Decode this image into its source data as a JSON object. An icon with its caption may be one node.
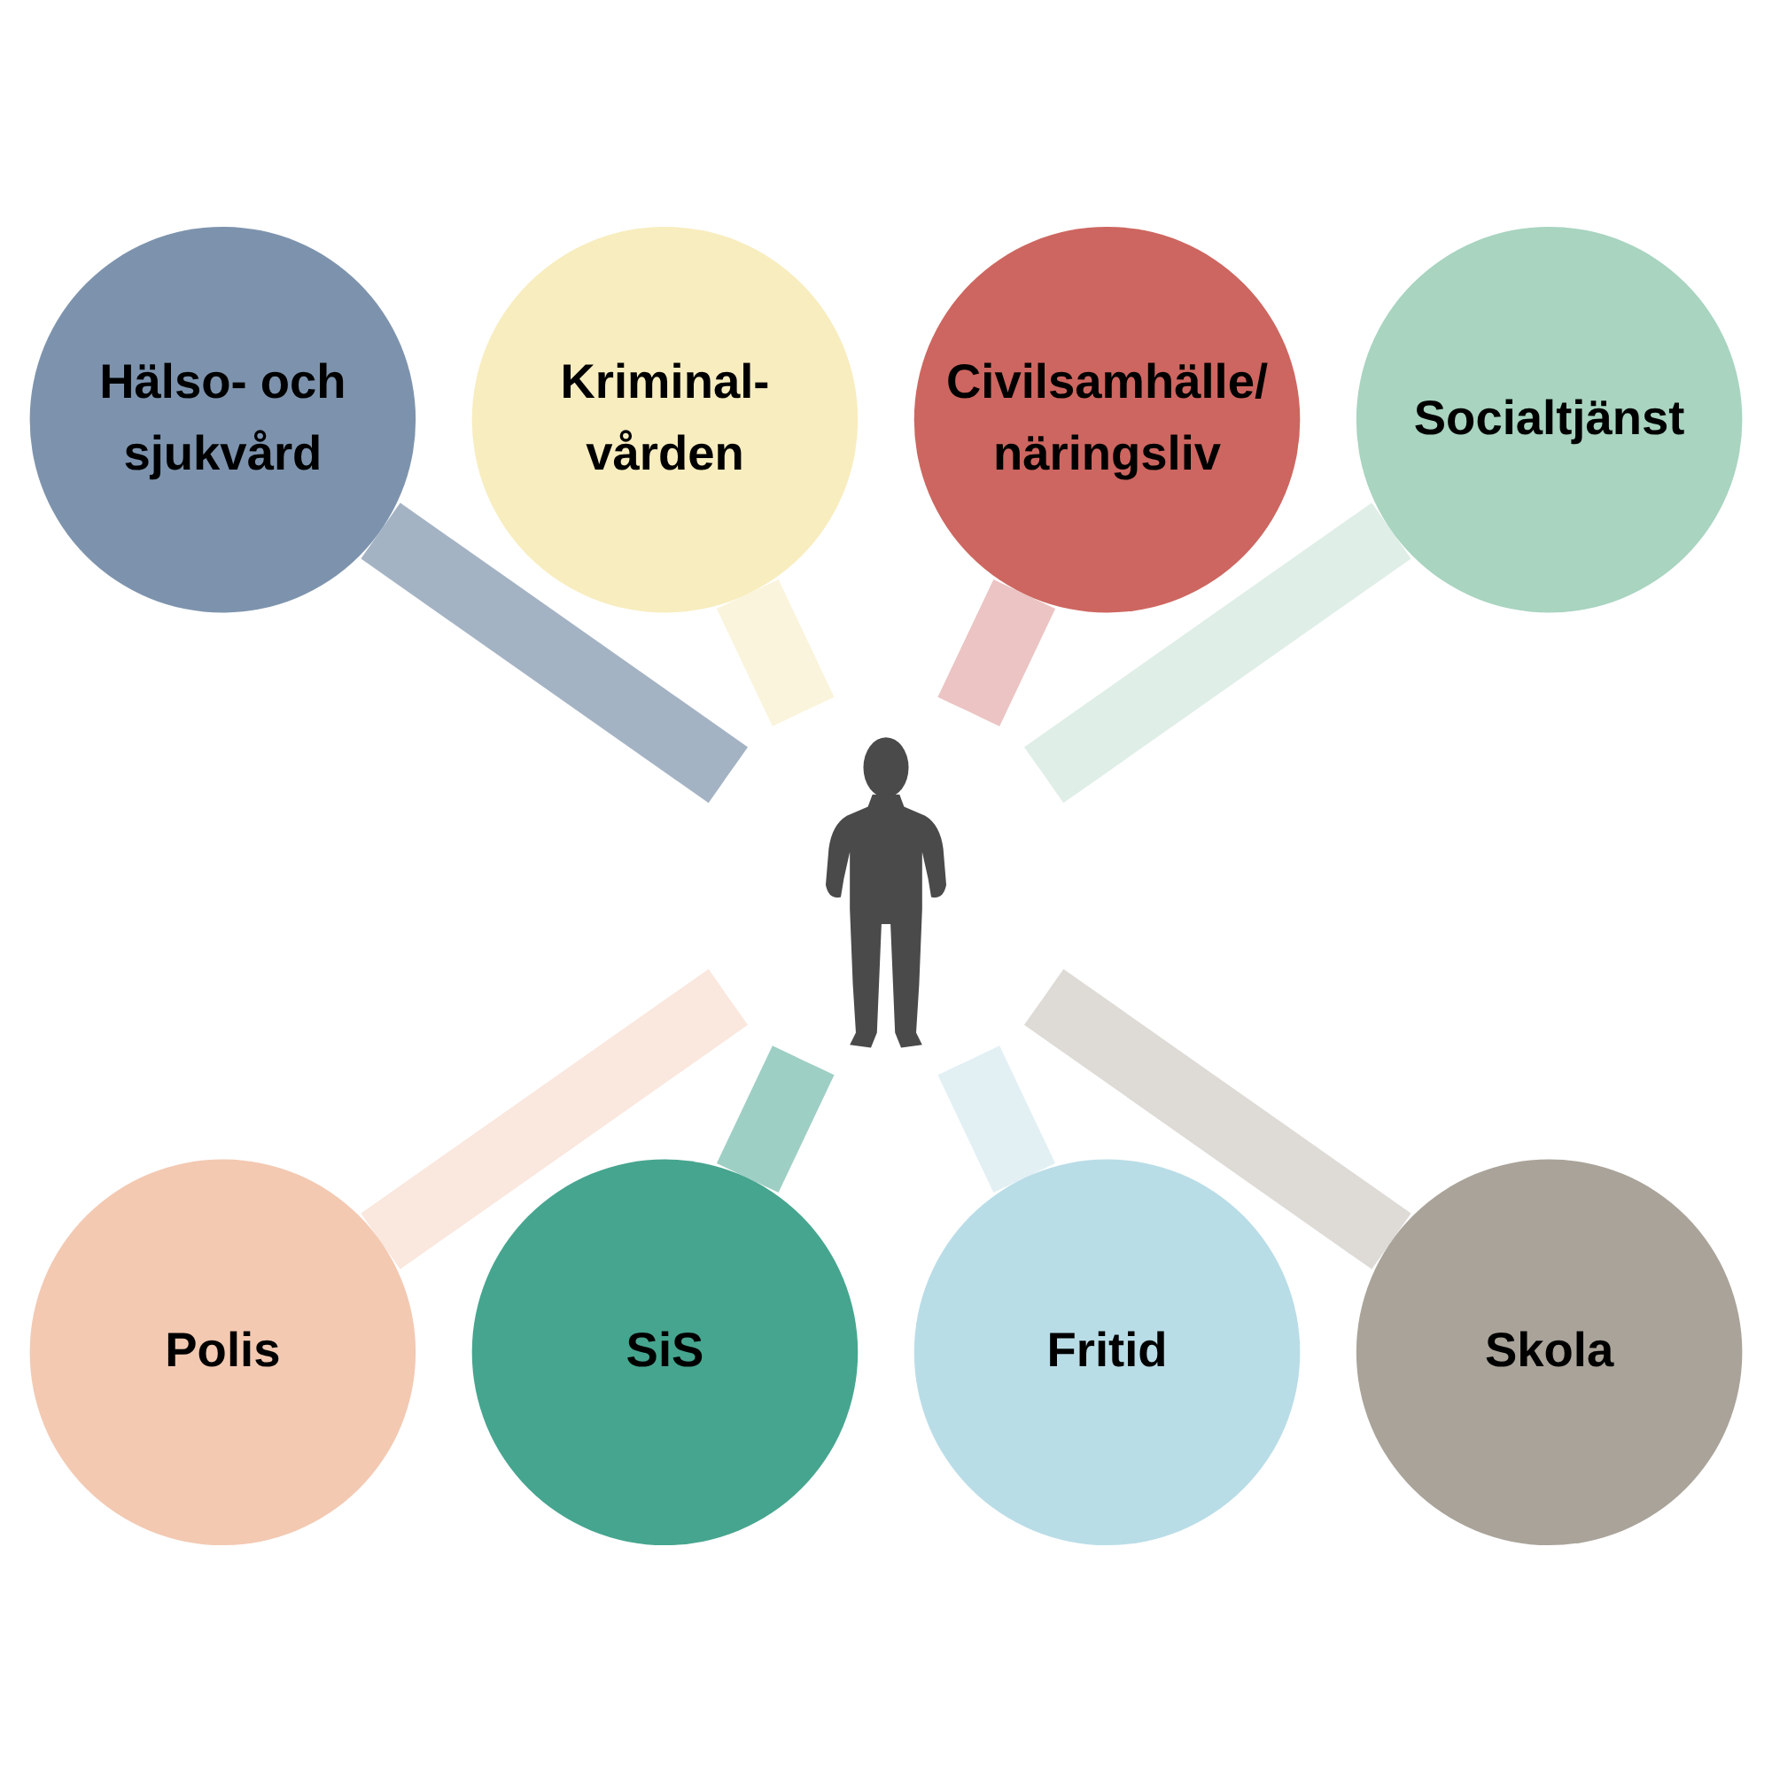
{
  "diagram": {
    "nodes": [
      {
        "text": [],
        "shape": "person"
      },
      {
        "text": [
          "Civilsamhälle/ näringsliv"
        ]
      },
      {
        "text": [
          "Socialtjänst"
        ]
      },
      {
        "text": [
          "Skola"
        ]
      },
      {
        "text": [
          "Fritid"
        ]
      },
      {
        "text": [
          "SiS"
        ]
      },
      {
        "text": [
          "Polis"
        ]
      },
      {
        "text": [
          "Hälso- och sjukvård"
        ]
      },
      {
        "text": [
          "Kriminal- vården"
        ]
      }
    ],
    "edges": [
      {
        "from": 7,
        "to": 0,
        "arrow": "none",
        "color": "#a4b3c4"
      },
      {
        "from": 8,
        "to": 0,
        "arrow": "none",
        "color": "#faf4dc"
      },
      {
        "from": 1,
        "to": 0,
        "arrow": "none",
        "color": "#ebc4c3"
      },
      {
        "from": 2,
        "to": 0,
        "arrow": "none",
        "color": "#dfeee7"
      },
      {
        "from": 0,
        "to": 6,
        "arrow": "none",
        "color": "#fae7de"
      },
      {
        "from": 0,
        "to": 5,
        "arrow": "none",
        "color": "#9ecfc4"
      },
      {
        "from": 0,
        "to": 4,
        "arrow": "none",
        "color": "#e2f0f4"
      },
      {
        "from": 0,
        "to": 3,
        "arrow": "none",
        "color": "#dedbd7"
      }
    ]
  }
}
